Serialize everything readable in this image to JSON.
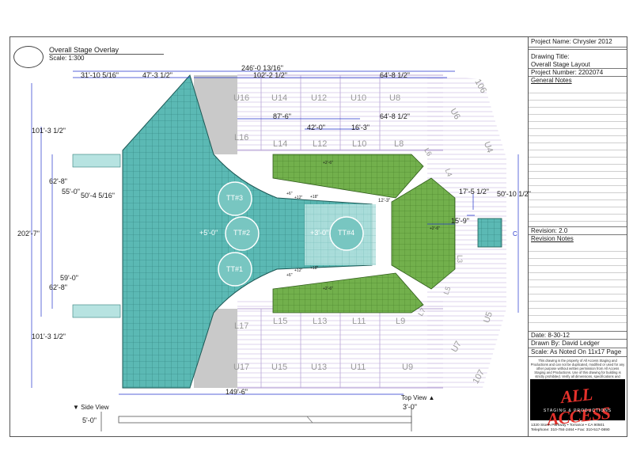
{
  "header": {
    "title": "Overall Stage Overlay",
    "scale": "Scale: 1:300"
  },
  "dimensions": {
    "overall_width": "246'-0 13/16\"",
    "d_31_10": "31'-10 5/16\"",
    "d_47_3": "47'-3 1/2\"",
    "d_102_2": "102'-2 1/2\"",
    "d_64_8_top": "64'-8 1/2\"",
    "d_87_6": "87'-6\"",
    "d_42_0": "42'-0\"",
    "d_16_3": "16'-3\"",
    "d_64_8_mid": "64'-8 1/2\"",
    "d_101_3_top": "101'-3 1/2\"",
    "d_62_8_top": "62'-8\"",
    "d_55_0": "55'-0\"",
    "d_50_4": "50'-4 5/16\"",
    "d_202_7": "202'-7\"",
    "d_59_0": "59'-0\"",
    "d_62_8_bot": "62'-8\"",
    "d_101_3_bot": "101'-3 1/2\"",
    "d_149_6": "149'-6\"",
    "d_50_10": "50'-10 1/2\"",
    "d_17_5": "17'-5 1/2\"",
    "d_15_9": "15'-9\"",
    "d_12_3": "12'-3\"",
    "side_3_0": "3'-0\"",
    "side_5_0": "5'-0\""
  },
  "elevations": {
    "main": "+5'-0\"",
    "runway": "+3'-0\"",
    "plus6_a": "+6\"",
    "plus12_a": "+12\"",
    "plus18_a": "+18\"",
    "plus6_b": "+6\"",
    "plus12_b": "+12\"",
    "plus18_b": "+18\"",
    "plus2_top": "+2'-6\"",
    "plus2_bot": "+2'-6\"",
    "plus2_right": "+2'-6\""
  },
  "turntables": {
    "tt1": "TT#1",
    "tt2": "TT#2",
    "tt3": "TT#3",
    "tt4": "TT#4"
  },
  "sections": {
    "upper_top": [
      "U16",
      "U14",
      "U12",
      "U10",
      "U8"
    ],
    "lower_top": [
      "L16",
      "L14",
      "L12",
      "L10",
      "L8"
    ],
    "lower_bot": [
      "L17",
      "L15",
      "L13",
      "L11",
      "L9"
    ],
    "upper_bot": [
      "U17",
      "U15",
      "U13",
      "U11",
      "U9"
    ],
    "right_labels": [
      "106",
      "U6",
      "U4",
      "L6",
      "L4",
      "L3",
      "L5",
      "L7",
      "U5",
      "U7",
      "107"
    ]
  },
  "views": {
    "side": "Side View",
    "top": "Top View"
  },
  "title_block": {
    "project_name_label": "Project Name:",
    "project_name": "Chrysler 2012",
    "drawing_title_label": "Drawing Title:",
    "drawing_title": "Overall Stage Layout",
    "project_number_label": "Project Number:",
    "project_number": "2202074",
    "general_notes": "General Notes",
    "revision_label": "Revision:",
    "revision": "2.0",
    "revision_notes": "Revision Notes",
    "date_label": "Date:",
    "date": "8-30-12",
    "drawn_by_label": "Drawn By:",
    "drawn_by": "David Ledger",
    "scale_label": "Scale:",
    "scale": "As Noted On 11x17 Page",
    "disclaimer": "This drawing is the property of All Access Staging and Productions and can not be duplicated, modified or used for any other purpose without written permission from All Access Staging and Productions. Use of this drawing for building is strictly prohibited. Verify all dimensions, specifications and conditions before using this drawing for construction.",
    "logo_main": "ALL ACCESS",
    "logo_sub": "STAGING & PRODUCTIONS",
    "address": "1320 Storm Parkway • Torrance • CA 90501",
    "phone": "Telephone: 310-784-2464 • Fax: 310-517-0890"
  },
  "colors": {
    "stage_teal": "#5bb9b4",
    "deck_green": "#72b04c",
    "ramp_light": "#b7e3e1",
    "seating_line": "#b9a5d6",
    "dim_blue": "#2233cc",
    "logo_red": "#e4312b"
  }
}
